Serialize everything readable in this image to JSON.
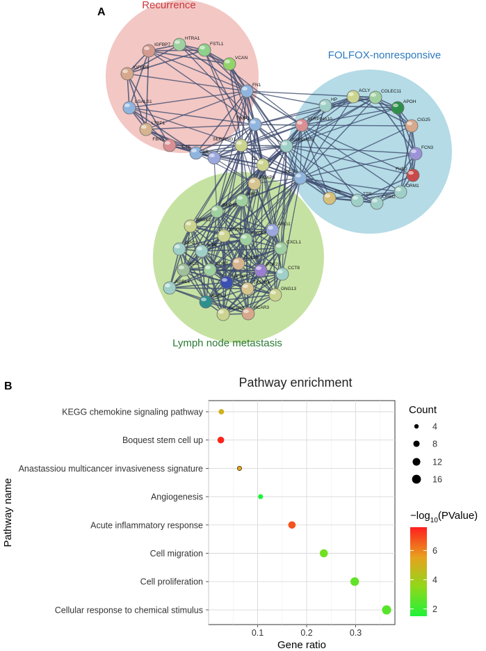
{
  "panel_a": {
    "label": "A",
    "groups": [
      {
        "id": "recurrence",
        "name": "Recurrence",
        "fill": "#f2c7c4",
        "label_color": "#c8383d"
      },
      {
        "id": "folfox",
        "name": "FOLFOX-nonresponsive",
        "fill": "#b4dbe6",
        "label_color": "#2c79bf"
      },
      {
        "id": "lymph",
        "name": "Lymph node metastasis",
        "fill": "#c6e2a2",
        "label_color": "#2b7a35"
      }
    ],
    "nodes": [
      {
        "name": "IGFBP7",
        "color": "#d59a8f"
      },
      {
        "name": "HTRA1",
        "color": "#9fd0a0"
      },
      {
        "name": "FSTL1",
        "color": "#8fd08a"
      },
      {
        "name": "VCAN",
        "color": "#93d36c"
      },
      {
        "name": "IGFBP5",
        "color": "#d6a88c"
      },
      {
        "name": "FN1",
        "color": "#8fb4de"
      },
      {
        "name": "LGALS1",
        "color": "#8fb4de"
      },
      {
        "name": "LTBP1",
        "color": "#d6b48f"
      },
      {
        "name": "FBN1",
        "color": "#d98f94"
      },
      {
        "name": "C1S",
        "color": "#8fb4de"
      },
      {
        "name": "C1R",
        "color": "#9aa8dd"
      },
      {
        "name": "TIMP1",
        "color": "#8fb4de"
      },
      {
        "name": "SERPING1",
        "color": "#cbd48f"
      },
      {
        "name": "SERPINA10",
        "color": "#d98f94"
      },
      {
        "name": "SERPINA1",
        "color": "#9fd0c8"
      },
      {
        "name": "C3",
        "color": "#cbd48f"
      },
      {
        "name": "HP",
        "color": "#9fd0c8"
      },
      {
        "name": "ACLY",
        "color": "#cbd48f"
      },
      {
        "name": "COLEC11",
        "color": "#9fd0a0"
      },
      {
        "name": "APOH",
        "color": "#2f8f4a"
      },
      {
        "name": "CIG25",
        "color": "#d6a88c"
      },
      {
        "name": "FCN3",
        "color": "#9a93d8"
      },
      {
        "name": "FHR2",
        "color": "#c94a4a"
      },
      {
        "name": "ORM1",
        "color": "#9fd0c8"
      },
      {
        "name": "APCS",
        "color": "#8fb4de"
      },
      {
        "name": "F5",
        "color": "#d6bf7a"
      },
      {
        "name": "TTR",
        "color": "#9fd0c8"
      },
      {
        "name": "ORM2",
        "color": "#9fd0c8"
      },
      {
        "name": "FOXP3",
        "color": "#d6c48f"
      },
      {
        "name": "HRG",
        "color": "#9fd0a0"
      },
      {
        "name": "BMP15",
        "color": "#9fd0a0"
      },
      {
        "name": "BRSK2",
        "color": "#cbd48f"
      },
      {
        "name": "GNG8",
        "color": "#cbd48f"
      },
      {
        "name": "CXCL10",
        "color": "#9fd0a0"
      },
      {
        "name": "ARG1",
        "color": "#9aa8dd"
      },
      {
        "name": "GPC3",
        "color": "#9fd0c8"
      },
      {
        "name": "IL1B",
        "color": "#9fd0c8"
      },
      {
        "name": "CXCL1",
        "color": "#9fd0a0"
      },
      {
        "name": "ACE",
        "color": "#9fbf9a"
      },
      {
        "name": "CORT",
        "color": "#9fd0a0"
      },
      {
        "name": "CCL18",
        "color": "#d6b48f"
      },
      {
        "name": "PDF2",
        "color": "#9a7fd0"
      },
      {
        "name": "CCT8",
        "color": "#9fd0c8"
      },
      {
        "name": "AGBL4",
        "color": "#9fd0c8"
      },
      {
        "name": "NPY4R",
        "color": "#3a4fb0"
      },
      {
        "name": "TAS2R4",
        "color": "#d6c48f"
      },
      {
        "name": "GNG13",
        "color": "#cbd48f"
      },
      {
        "name": "AGBL3",
        "color": "#2f8f8f"
      },
      {
        "name": "HCAR2",
        "color": "#cbd48f"
      },
      {
        "name": "HCAR3",
        "color": "#d6a88c"
      }
    ]
  },
  "panel_b": {
    "label": "B"
  },
  "chart_data": {
    "type": "scatter",
    "title": "Pathway enrichment",
    "xlabel": "Gene ratio",
    "ylabel": "Pathway name",
    "xlim": [
      0.0,
      0.38
    ],
    "xticks": [
      "0.1",
      "0.2",
      "0.3"
    ],
    "xtick_values": [
      0.1,
      0.2,
      0.3
    ],
    "grid": true,
    "categories": [
      "KEGG chemokine signaling pathway",
      "Boquest stem cell up",
      "Anastassiou multicancer invasiveness signature",
      "Angiogenesis",
      "Acute inflammatory response",
      "Cell migration",
      "Cell proliferation",
      "Cellular response to chemical stimulus"
    ],
    "points": [
      {
        "pathway": "KEGG chemokine signaling pathway",
        "gene_ratio": 0.026,
        "count": 6,
        "neg_log10_p": 5.0
      },
      {
        "pathway": "Boquest stem cell up",
        "gene_ratio": 0.025,
        "count": 9,
        "neg_log10_p": 7.5
      },
      {
        "pathway": "Anastassiou multicancer invasiveness signature",
        "gene_ratio": 0.063,
        "count": 4,
        "neg_log10_p": 5.5
      },
      {
        "pathway": "Angiogenesis",
        "gene_ratio": 0.106,
        "count": 5,
        "neg_log10_p": 1.5
      },
      {
        "pathway": "Acute inflammatory response",
        "gene_ratio": 0.17,
        "count": 11,
        "neg_log10_p": 6.8
      },
      {
        "pathway": "Cell migration",
        "gene_ratio": 0.235,
        "count": 13,
        "neg_log10_p": 3.0
      },
      {
        "pathway": "Cell proliferation",
        "gene_ratio": 0.298,
        "count": 15,
        "neg_log10_p": 2.7
      },
      {
        "pathway": "Cellular response to chemical stimulus",
        "gene_ratio": 0.363,
        "count": 17,
        "neg_log10_p": 2.5
      }
    ],
    "size_legend": {
      "title": "Count",
      "values": [
        4,
        8,
        12,
        16
      ],
      "labels": [
        "4",
        "8",
        "12",
        "16"
      ]
    },
    "color_legend": {
      "title_prefix": "−log",
      "title_sub": "10",
      "title_suffix": "(PValue)",
      "min": 1.5,
      "max": 7.6,
      "ticks": [
        2,
        4,
        6
      ],
      "labels": [
        "2",
        "4",
        "6"
      ],
      "colors": [
        "#1ef23a",
        "#8fd81a",
        "#e7a21e",
        "#ff1e1e"
      ]
    },
    "legend_position": "right"
  }
}
